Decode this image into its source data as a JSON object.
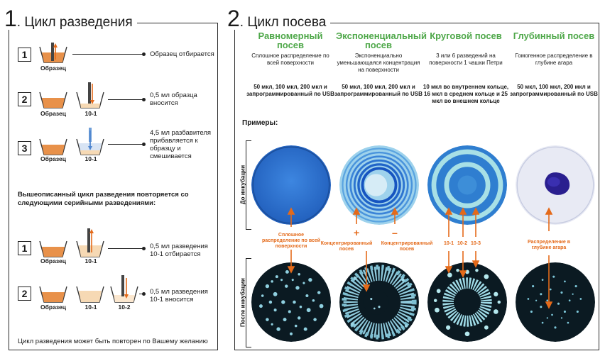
{
  "section1": {
    "number": "1",
    "title": ". Цикл разведения",
    "steps": [
      {
        "num": "1",
        "labels": [
          "Образец"
        ],
        "desc": "Образец отбирается"
      },
      {
        "num": "2",
        "labels": [
          "Образец",
          "10-1"
        ],
        "desc": "0,5 мл образца вносится"
      },
      {
        "num": "3",
        "labels": [
          "Образец",
          "10-1"
        ],
        "desc": "4,5 мл разбавителя прибавляется к образцу и смешивается"
      }
    ],
    "repeat_note": "Вышеописанный цикл разведения повторяется со следующими серийными разведениями:",
    "steps_b": [
      {
        "num": "1",
        "labels": [
          "Образец",
          "10-1"
        ],
        "desc": "0,5 мл разведения 10-1 отбирается"
      },
      {
        "num": "2",
        "labels": [
          "Образец",
          "10-1",
          "10-2"
        ],
        "desc": "0,5 мл разведения 10-1 вносится"
      }
    ],
    "footer": "Цикл разведения может быть повторен по Вашему желанию"
  },
  "section2": {
    "number": "2",
    "title": ". Цикл посева",
    "methods": [
      {
        "title": "Равномерный посев",
        "desc": "Сплошное распределение по всей поверхности",
        "volumes": "50 мкл, 100 мкл, 200 мкл и запрограммированный по USB"
      },
      {
        "title": "Экспоненциальный посев",
        "desc": "Экспоненциально уменьшающаяся концентрация на поверхности",
        "volumes": "50 мкл, 100 мкл, 200 мкл и запрограммированный по USB"
      },
      {
        "title": "Круговой посев",
        "desc": "3 или 6 разведений на поверхности 1 чашки Петри",
        "volumes": "10 мкл во внутреннем кольце, 16 мкл в среднем кольце и 25 мкл во внешнем кольце"
      },
      {
        "title": "Глубинный посев",
        "desc": "Гомогенное распределение в глубине агара",
        "volumes": "50 мкл, 100 мкл, 200 мкл и запрограммированный по USB"
      }
    ],
    "examples_label": "Примеры:",
    "row_before": "До инкубации",
    "row_after": "После инкубации",
    "annotations": {
      "uniform": "Сплошное распределение по всей поверхности",
      "plus": "+",
      "minus": "–",
      "conc_left": "Концентрированный посев",
      "conc_right": "Концентрированный посев",
      "ring_dilutions": [
        "10-1",
        "10-2",
        "10-3"
      ],
      "depth": "Распределение в глубине агара"
    }
  },
  "colors": {
    "accent_green": "#4fa84a",
    "annotation_orange": "#e46a1a",
    "sample_orange": "#e8914a",
    "plate_blue": "#2f6fd0",
    "colony": "#8fd0e0"
  }
}
